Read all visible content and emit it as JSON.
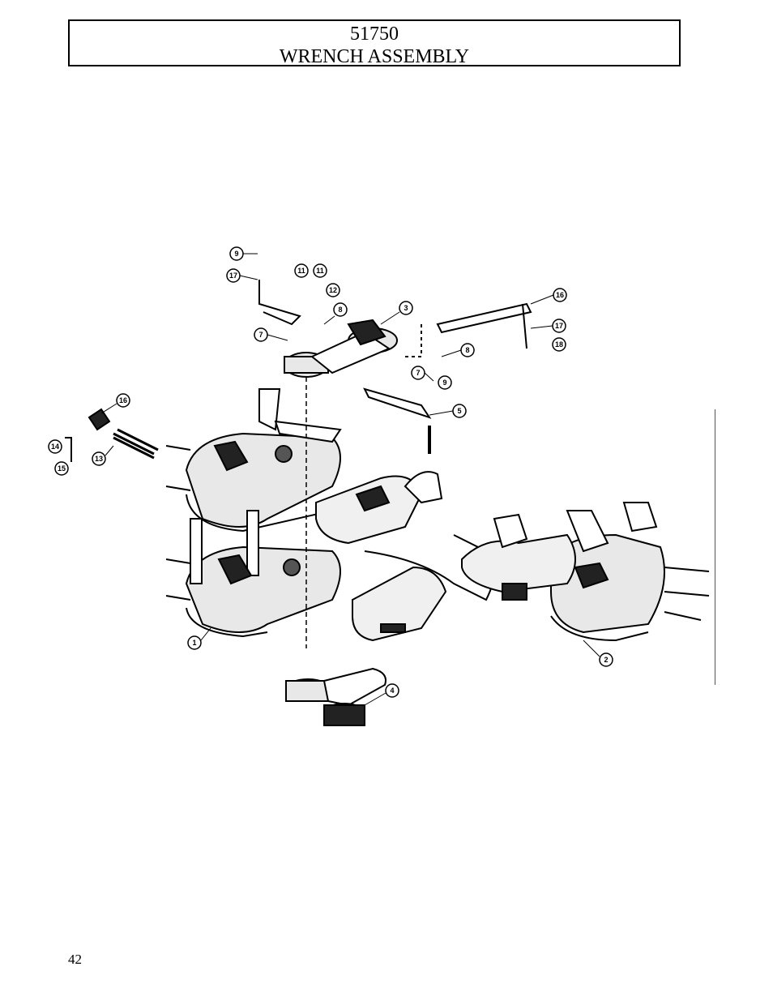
{
  "header": {
    "part_number": "51750",
    "title": "WRENCH ASSEMBLY"
  },
  "footer": {
    "page_number": "42"
  },
  "diagram": {
    "callouts": [
      "9",
      "17",
      "11",
      "11",
      "12",
      "8",
      "3",
      "7",
      "16",
      "17",
      "18",
      "8",
      "7",
      "9",
      "5",
      "16",
      "14",
      "15",
      "13",
      "1",
      "2",
      "4"
    ]
  }
}
